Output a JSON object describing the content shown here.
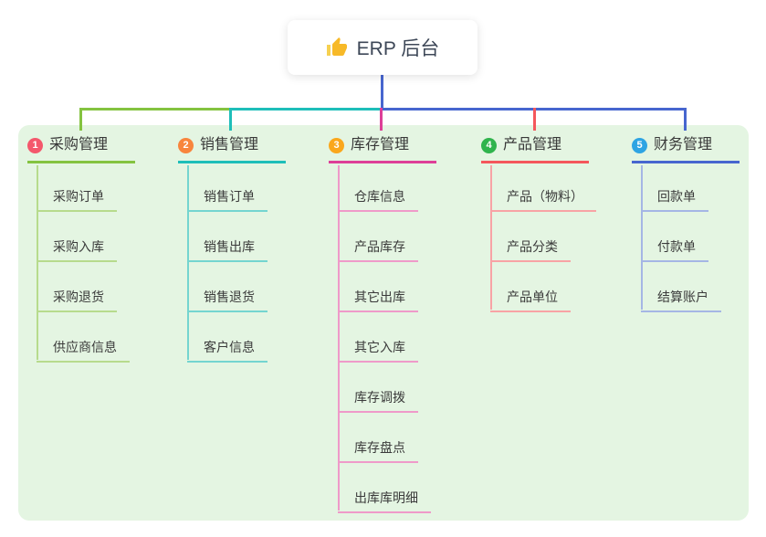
{
  "root": {
    "label": "ERP 后台",
    "icon": "thumbs-up-icon",
    "icon_color": "#f7b928"
  },
  "branches": [
    {
      "badge": "1",
      "title": "采购管理",
      "badge_color": "#f4586c",
      "line_color": "#84c340",
      "child_line_color": "#b7db8d",
      "children": [
        "采购订单",
        "采购入库",
        "采购退货",
        "供应商信息"
      ]
    },
    {
      "badge": "2",
      "title": "销售管理",
      "badge_color": "#f8853d",
      "line_color": "#1ebeb9",
      "child_line_color": "#74d5d0",
      "children": [
        "销售订单",
        "销售出库",
        "销售退货",
        "客户信息"
      ]
    },
    {
      "badge": "3",
      "title": "库存管理",
      "badge_color": "#faa71c",
      "line_color": "#dd3f98",
      "child_line_color": "#ef9ac9",
      "children": [
        "仓库信息",
        "产品库存",
        "其它出库",
        "其它入库",
        "库存调拨",
        "库存盘点",
        "出库库明细"
      ]
    },
    {
      "badge": "4",
      "title": "产品管理",
      "badge_color": "#30b44d",
      "line_color": "#f4575c",
      "child_line_color": "#f8a3a5",
      "children": [
        "产品（物料）",
        "产品分类",
        "产品单位"
      ]
    },
    {
      "badge": "5",
      "title": "财务管理",
      "badge_color": "#2ea4e3",
      "line_color": "#4766cf",
      "child_line_color": "#a5b6e5",
      "children": [
        "回款单",
        "付款单",
        "结算账户"
      ]
    }
  ],
  "colors": {
    "panel_background": "#e4f5e2",
    "canvas_background": "#ffffff",
    "root_connector": "#4766cf",
    "root_text": "#3d4757",
    "node_text": "#3b3b3b"
  }
}
